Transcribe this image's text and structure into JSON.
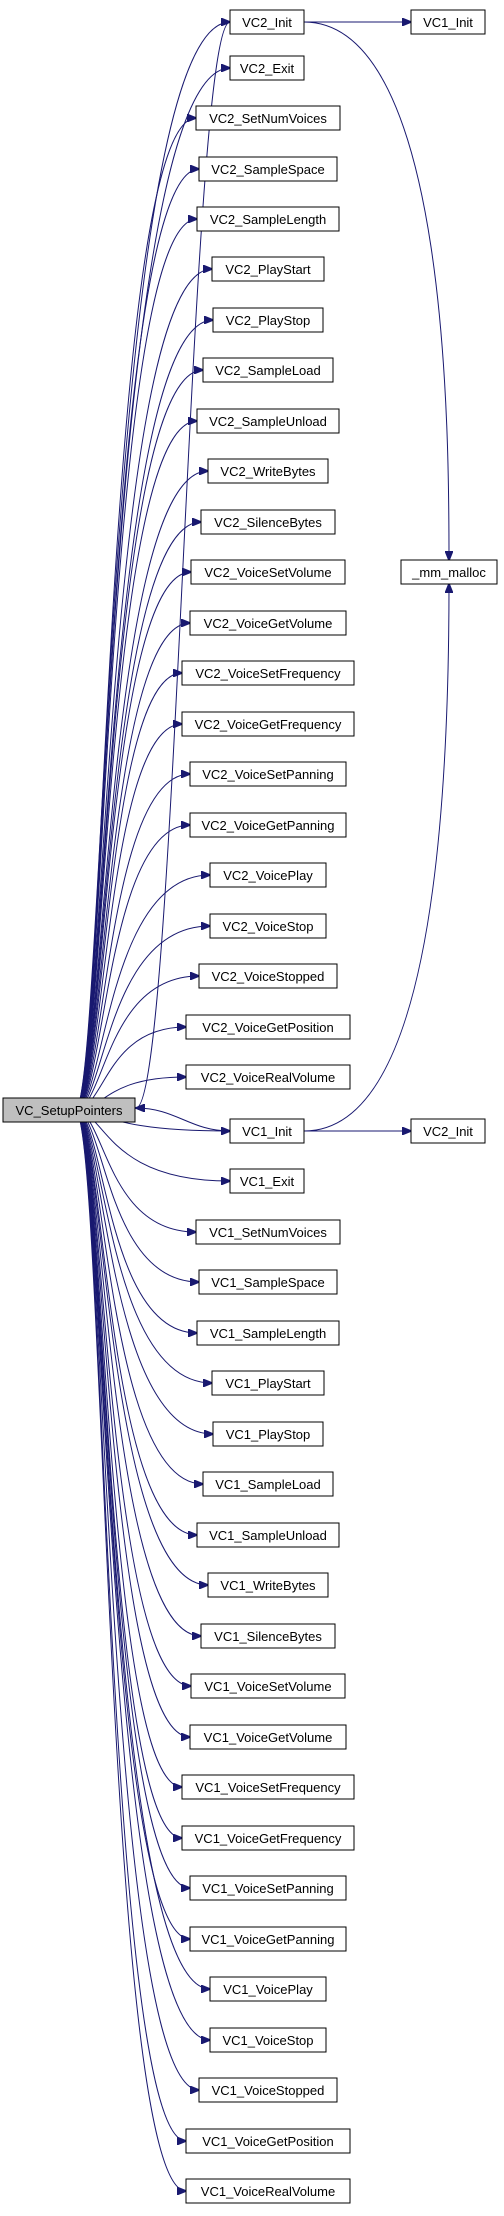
{
  "colors": {
    "edge": "#191970",
    "node_border": "#000000",
    "node_fill": "#ffffff",
    "root_fill": "#bfbfbf",
    "text": "#000000"
  },
  "root": "VC_SetupPointers",
  "nodes": {
    "VC_SetupPointers": "VC_SetupPointers",
    "VC2_Init": "VC2_Init",
    "VC1_Init_right": "VC1_Init",
    "VC2_Exit": "VC2_Exit",
    "VC2_SetNumVoices": "VC2_SetNumVoices",
    "VC2_SampleSpace": "VC2_SampleSpace",
    "VC2_SampleLength": "VC2_SampleLength",
    "VC2_PlayStart": "VC2_PlayStart",
    "VC2_PlayStop": "VC2_PlayStop",
    "VC2_SampleLoad": "VC2_SampleLoad",
    "VC2_SampleUnload": "VC2_SampleUnload",
    "VC2_WriteBytes": "VC2_WriteBytes",
    "VC2_SilenceBytes": "VC2_SilenceBytes",
    "VC2_VoiceSetVolume": "VC2_VoiceSetVolume",
    "_mm_malloc": "_mm_malloc",
    "VC2_VoiceGetVolume": "VC2_VoiceGetVolume",
    "VC2_VoiceSetFrequency": "VC2_VoiceSetFrequency",
    "VC2_VoiceGetFrequency": "VC2_VoiceGetFrequency",
    "VC2_VoiceSetPanning": "VC2_VoiceSetPanning",
    "VC2_VoiceGetPanning": "VC2_VoiceGetPanning",
    "VC2_VoicePlay": "VC2_VoicePlay",
    "VC2_VoiceStop": "VC2_VoiceStop",
    "VC2_VoiceStopped": "VC2_VoiceStopped",
    "VC2_VoiceGetPosition": "VC2_VoiceGetPosition",
    "VC2_VoiceRealVolume": "VC2_VoiceRealVolume",
    "VC1_Init": "VC1_Init",
    "VC2_Init_right": "VC2_Init",
    "VC1_Exit": "VC1_Exit",
    "VC1_SetNumVoices": "VC1_SetNumVoices",
    "VC1_SampleSpace": "VC1_SampleSpace",
    "VC1_SampleLength": "VC1_SampleLength",
    "VC1_PlayStart": "VC1_PlayStart",
    "VC1_PlayStop": "VC1_PlayStop",
    "VC1_SampleLoad": "VC1_SampleLoad",
    "VC1_SampleUnload": "VC1_SampleUnload",
    "VC1_WriteBytes": "VC1_WriteBytes",
    "VC1_SilenceBytes": "VC1_SilenceBytes",
    "VC1_VoiceSetVolume": "VC1_VoiceSetVolume",
    "VC1_VoiceGetVolume": "VC1_VoiceGetVolume",
    "VC1_VoiceSetFrequency": "VC1_VoiceSetFrequency",
    "VC1_VoiceGetFrequency": "VC1_VoiceGetFrequency",
    "VC1_VoiceSetPanning": "VC1_VoiceSetPanning",
    "VC1_VoiceGetPanning": "VC1_VoiceGetPanning",
    "VC1_VoicePlay": "VC1_VoicePlay",
    "VC1_VoiceStop": "VC1_VoiceStop",
    "VC1_VoiceStopped": "VC1_VoiceStopped",
    "VC1_VoiceGetPosition": "VC1_VoiceGetPosition",
    "VC1_VoiceRealVolume": "VC1_VoiceRealVolume"
  },
  "edges": [
    [
      "VC_SetupPointers",
      "VC2_Init"
    ],
    [
      "VC_SetupPointers",
      "VC2_Exit"
    ],
    [
      "VC_SetupPointers",
      "VC2_SetNumVoices"
    ],
    [
      "VC_SetupPointers",
      "VC2_SampleSpace"
    ],
    [
      "VC_SetupPointers",
      "VC2_SampleLength"
    ],
    [
      "VC_SetupPointers",
      "VC2_PlayStart"
    ],
    [
      "VC_SetupPointers",
      "VC2_PlayStop"
    ],
    [
      "VC_SetupPointers",
      "VC2_SampleLoad"
    ],
    [
      "VC_SetupPointers",
      "VC2_SampleUnload"
    ],
    [
      "VC_SetupPointers",
      "VC2_WriteBytes"
    ],
    [
      "VC_SetupPointers",
      "VC2_SilenceBytes"
    ],
    [
      "VC_SetupPointers",
      "VC2_VoiceSetVolume"
    ],
    [
      "VC_SetupPointers",
      "VC2_VoiceGetVolume"
    ],
    [
      "VC_SetupPointers",
      "VC2_VoiceSetFrequency"
    ],
    [
      "VC_SetupPointers",
      "VC2_VoiceGetFrequency"
    ],
    [
      "VC_SetupPointers",
      "VC2_VoiceSetPanning"
    ],
    [
      "VC_SetupPointers",
      "VC2_VoiceGetPanning"
    ],
    [
      "VC_SetupPointers",
      "VC2_VoicePlay"
    ],
    [
      "VC_SetupPointers",
      "VC2_VoiceStop"
    ],
    [
      "VC_SetupPointers",
      "VC2_VoiceStopped"
    ],
    [
      "VC_SetupPointers",
      "VC2_VoiceGetPosition"
    ],
    [
      "VC_SetupPointers",
      "VC2_VoiceRealVolume"
    ],
    [
      "VC_SetupPointers",
      "VC1_Init"
    ],
    [
      "VC_SetupPointers",
      "VC1_Exit"
    ],
    [
      "VC_SetupPointers",
      "VC1_SetNumVoices"
    ],
    [
      "VC_SetupPointers",
      "VC1_SampleSpace"
    ],
    [
      "VC_SetupPointers",
      "VC1_SampleLength"
    ],
    [
      "VC_SetupPointers",
      "VC1_PlayStart"
    ],
    [
      "VC_SetupPointers",
      "VC1_PlayStop"
    ],
    [
      "VC_SetupPointers",
      "VC1_SampleLoad"
    ],
    [
      "VC_SetupPointers",
      "VC1_SampleUnload"
    ],
    [
      "VC_SetupPointers",
      "VC1_WriteBytes"
    ],
    [
      "VC_SetupPointers",
      "VC1_SilenceBytes"
    ],
    [
      "VC_SetupPointers",
      "VC1_VoiceSetVolume"
    ],
    [
      "VC_SetupPointers",
      "VC1_VoiceGetVolume"
    ],
    [
      "VC_SetupPointers",
      "VC1_VoiceSetFrequency"
    ],
    [
      "VC_SetupPointers",
      "VC1_VoiceGetFrequency"
    ],
    [
      "VC_SetupPointers",
      "VC1_VoiceSetPanning"
    ],
    [
      "VC_SetupPointers",
      "VC1_VoiceGetPanning"
    ],
    [
      "VC_SetupPointers",
      "VC1_VoicePlay"
    ],
    [
      "VC_SetupPointers",
      "VC1_VoiceStop"
    ],
    [
      "VC_SetupPointers",
      "VC1_VoiceStopped"
    ],
    [
      "VC_SetupPointers",
      "VC1_VoiceGetPosition"
    ],
    [
      "VC_SetupPointers",
      "VC1_VoiceRealVolume"
    ],
    [
      "VC2_Init",
      "VC1_Init_right"
    ],
    [
      "VC2_Init",
      "_mm_malloc"
    ],
    [
      "VC1_Init",
      "_mm_malloc"
    ],
    [
      "VC1_Init",
      "VC2_Init_right"
    ],
    [
      "VC2_Init",
      "VC_SetupPointers"
    ],
    [
      "VC1_Init",
      "VC_SetupPointers"
    ]
  ]
}
